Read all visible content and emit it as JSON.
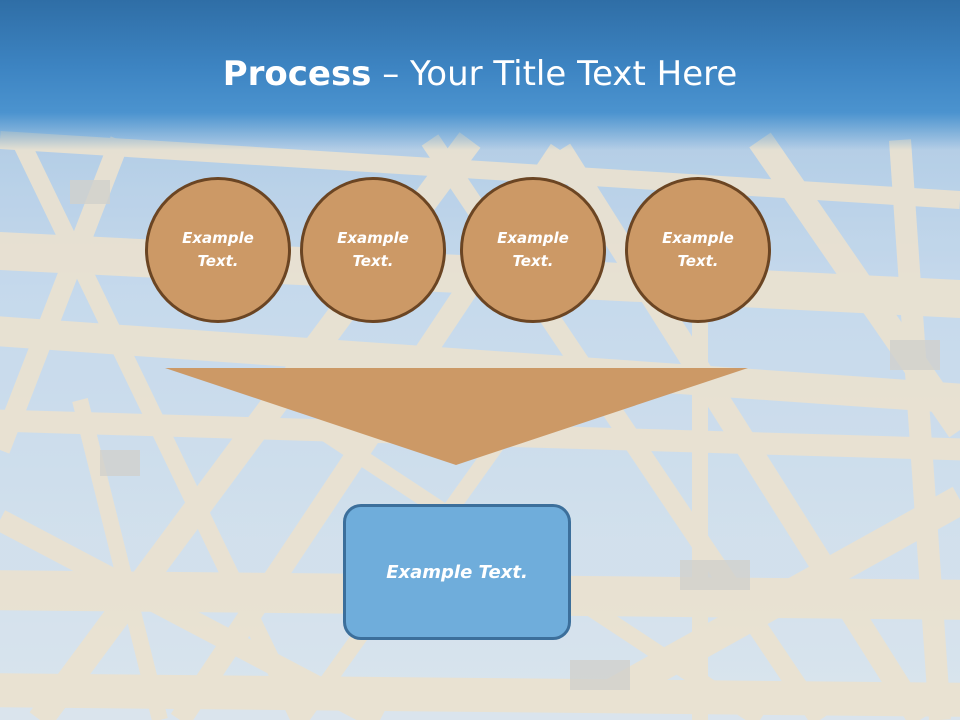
{
  "slide": {
    "title_bold": "Process",
    "title_rest": " – Your Title Text Here"
  },
  "circles": [
    {
      "line1": "Example",
      "line2": "Text."
    },
    {
      "line1": "Example",
      "line2": "Text."
    },
    {
      "line1": "Example",
      "line2": "Text."
    },
    {
      "line1": "Example",
      "line2": "Text."
    }
  ],
  "result": {
    "label": "Example Text."
  },
  "colors": {
    "header_blue": "#3d84c2",
    "circle_fill": "#cc9966",
    "circle_border": "#6b4523",
    "funnel_fill": "#cc9966",
    "result_fill": "#6faddb",
    "result_border": "#3c6f9b"
  },
  "background": {
    "icon": "wooden-roof-truss-photo"
  }
}
